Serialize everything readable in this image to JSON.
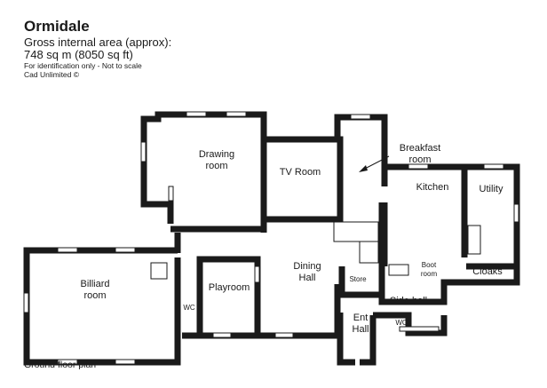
{
  "header": {
    "title": "Ormidale",
    "area_line1": "Gross internal  area (approx):",
    "area_line2": "748 sq m (8050 sq ft)",
    "disclaimer": "For identification only - Not to scale",
    "credit": "Cad Unlimited ©"
  },
  "rooms": {
    "drawing_room": [
      "Drawing",
      "room"
    ],
    "tv_room": "TV Room",
    "breakfast_room": [
      "Breakfast",
      "room"
    ],
    "kitchen": "Kitchen",
    "utility": "Utility",
    "billiard_room": [
      "Billiard",
      "room"
    ],
    "playroom": "Playroom",
    "dining_hall": [
      "Dining",
      "Hall"
    ],
    "store": "Store",
    "boot_room": [
      "Boot",
      "room"
    ],
    "cloaks": "Cloaks",
    "side_hall": "Side hall",
    "ent_hall": [
      "Ent",
      "Hall"
    ],
    "wc1": "WC",
    "wc2": "WC"
  },
  "footer": {
    "plan_label": "Ground floor plan"
  }
}
